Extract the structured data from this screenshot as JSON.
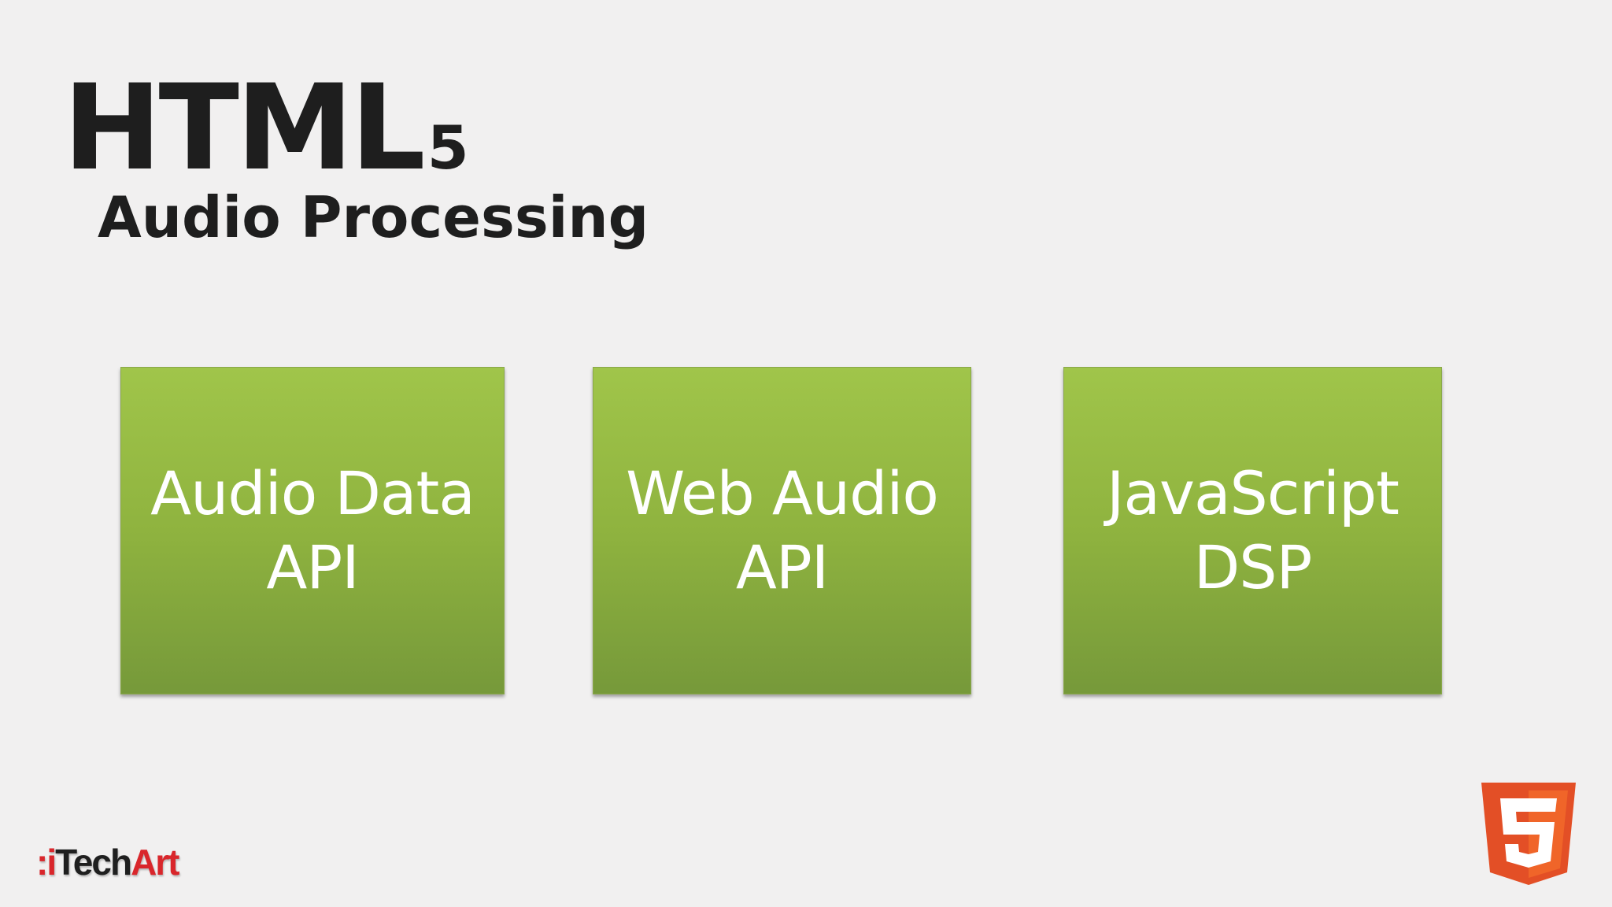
{
  "slide": {
    "title": "HTML",
    "title_superscript": "5",
    "subtitle": "Audio Processing"
  },
  "boxes": [
    {
      "line1": "Audio Data",
      "line2": "API"
    },
    {
      "line1": "Web Audio",
      "line2": "API"
    },
    {
      "line1": "JavaScript",
      "line2": "DSP"
    }
  ],
  "branding": {
    "company_prefix": ":",
    "company_i": "i",
    "company_tech": "Tech",
    "company_art": "Art",
    "logo_icon": "html5-shield-icon",
    "logo_digit": "5"
  },
  "colors": {
    "background": "#f1f0f0",
    "box_green_top": "#a0c54a",
    "box_green_bottom": "#76993a",
    "brand_red": "#d9262b",
    "html5_orange": "#e34f26"
  }
}
